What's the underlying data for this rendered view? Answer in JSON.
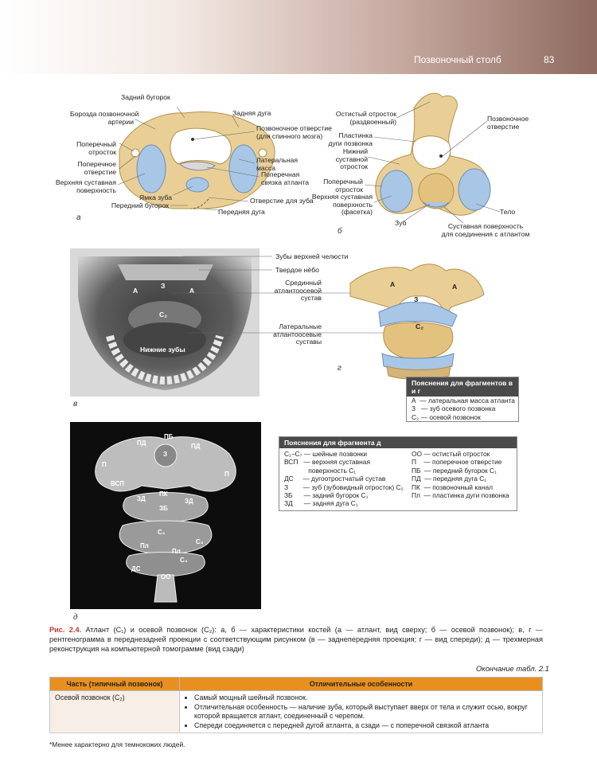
{
  "header": {
    "section": "Позвоночный столб",
    "page": "83"
  },
  "fig_a": {
    "letter": "а",
    "labels": {
      "post_tubercle": "Задний бугорок",
      "vert_artery_groove": "Борозда позвоночной\nартерии",
      "post_arch": "Задняя дуга",
      "vert_foramen": "Позвоночное отверстие\n(для спинного мозга)",
      "transverse_process": "Поперечный\nотросток",
      "transverse_foramen": "Поперечное\nотверстие",
      "lateral_mass": "Латеральная\nмасса",
      "sup_articular": "Верхняя суставная\nповерхность",
      "transverse_lig": "Поперечная\nсвязка атланта",
      "dens_fovea": "Ямка зуба",
      "dens_hole": "Отверстие для зуба",
      "ant_tubercle": "Передний бугорок",
      "ant_arch": "Передняя дуга"
    }
  },
  "fig_b": {
    "letter": "б",
    "labels": {
      "spinous": "Остистый отросток\n(раздвоенный)",
      "vert_foramen": "Позвоночное\nотверстие",
      "lamina": "Пластинка\nдуги позвонка",
      "inf_articular": "Нижний\nсуставной\nотросток",
      "transverse": "Поперечный\nотросток",
      "sup_articular": "Верхняя суставная\nповерхность\n(фасетка)",
      "body": "Тело",
      "dens": "Зуб",
      "art_surface": "Суставная поверхность\nдля соединения с атлантом"
    }
  },
  "fig_v": {
    "letter": "в",
    "labels": {
      "upper_teeth": "Зубы верхней челюсти",
      "hard_palate": "Твердое нёбо",
      "median_joint": "Срединный\nатлантоосевой\nсустав",
      "lateral_joints": "Латеральные\nатлантоосевые\nсуставы",
      "lower_teeth": "Нижние зубы"
    },
    "marks": {
      "a": "А",
      "z": "З",
      "c2": "C₂"
    }
  },
  "fig_g": {
    "letter": "г",
    "marks": {
      "a": "А",
      "z": "З",
      "c2": "C₂"
    }
  },
  "legend_vg": {
    "title": "Пояснения для фрагментов в и г",
    "rows": [
      "А  — латеральная масса атланта",
      "З   — зуб осевого позвонка",
      "C₂ — осевой позвонок"
    ]
  },
  "legend_d": {
    "title": "Пояснения для фрагмента д",
    "left": [
      "C₁–C₇ — шейные позвонки",
      "ВСП   — верхняя суставная",
      "             поверхность C₁",
      "ДС     — дугоотростчатый сустав",
      "З        — зуб (зубовидный отросток) C₂",
      "ЗБ      — задний бугорок C₁",
      "ЗД      — задняя дуга C₁"
    ],
    "right": [
      "ОО — остистый отросток",
      "П    — поперечное отверстие",
      "ПБ  — передний бугорок C₁",
      "ПД  — передняя дуга C₁",
      "ПК  — позвоночный канал",
      "Пл  — пластинка дуги позвонка"
    ]
  },
  "fig_d": {
    "letter": "д",
    "marks": [
      "ПБ",
      "ПД",
      "ПД",
      "З",
      "П",
      "П",
      "ВСП",
      "ЗД",
      "ЗД",
      "ПК",
      "ЗБ",
      "C₂",
      "C₃",
      "Пл",
      "Пл",
      "C₄",
      "ДС",
      "ОО"
    ]
  },
  "caption": {
    "lead": "Рис. 2.4.",
    "text": " Атлант (C₁) и осевой позвонок (C₂): а, б — характеристики костей (а — атлант, вид сверху; б — осевой позвонок); в, г — рентгенограмма в переднезадней проекции с соответствующим рисунком (в — заднепередняя проекция; г — вид спереди); д — трехмерная реконструкция на компьютерной томограмме (вид сзади)"
  },
  "table": {
    "caption": "Окончание табл. 2.1",
    "col1": "Часть (типичный позвонок)",
    "col2": "Отличительные особенности",
    "part": "Осевой позвонок (C₂)",
    "items": [
      "Самый мощный шейный позвонок.",
      "Отличительная особенность — наличие зуба, который выступает вверх от тела и служит осью, вокруг которой вращается атлант, соединенный с черепом.",
      "Спереди соединяется с передней дугой атланта, а сзади — с поперечной связкой атланта"
    ]
  },
  "footnote": "*Менее характерно для темнокожих людей.",
  "colors": {
    "bone": "#e9cf96",
    "bone_shade": "#c9a760",
    "cartilage": "#a8c7e6",
    "accent": "#c0392b",
    "table_head": "#e8901f"
  }
}
